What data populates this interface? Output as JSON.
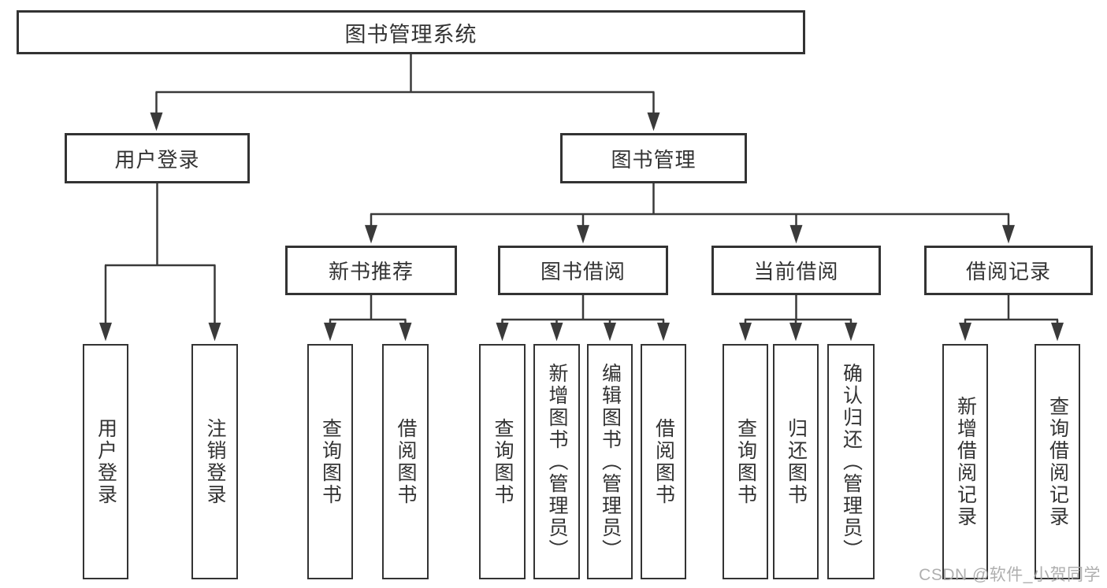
{
  "diagram": {
    "root": {
      "label": "图书管理系统"
    },
    "branches": [
      {
        "label": "用户登录",
        "children": [
          {
            "label": "用户登录"
          },
          {
            "label": "注销登录"
          }
        ]
      },
      {
        "label": "图书管理",
        "children": [
          {
            "label": "新书推荐",
            "children": [
              {
                "label": "查询图书"
              },
              {
                "label": "借阅图书"
              }
            ]
          },
          {
            "label": "图书借阅",
            "children": [
              {
                "label": "查询图书"
              },
              {
                "label": "新增图书（管理员）"
              },
              {
                "label": "编辑图书（管理员）"
              },
              {
                "label": "借阅图书"
              }
            ]
          },
          {
            "label": "当前借阅",
            "children": [
              {
                "label": "查询图书"
              },
              {
                "label": "归还图书"
              },
              {
                "label": "确认归还（管理员）"
              }
            ]
          },
          {
            "label": "借阅记录",
            "children": [
              {
                "label": "新增借阅记录"
              },
              {
                "label": "查询借阅记录"
              }
            ]
          }
        ]
      }
    ],
    "colors": {
      "line": "#3a3a3a",
      "box_border": "#333333",
      "text": "#333333",
      "watermark": "#ababab",
      "background": "#ffffff"
    }
  },
  "watermark": {
    "text": "CSDN @软件_小贺同学"
  }
}
